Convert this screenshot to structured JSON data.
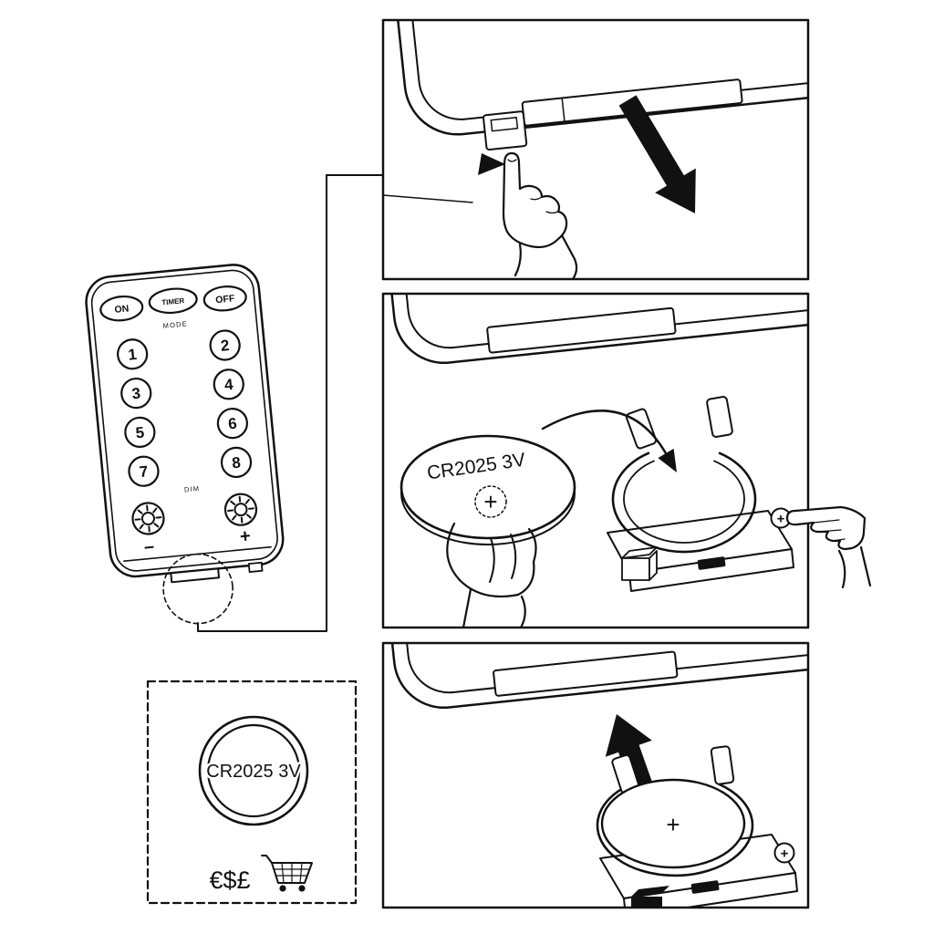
{
  "remote": {
    "power_buttons": [
      "ON",
      "TIMER",
      "OFF"
    ],
    "mode_label": "MODE",
    "number_buttons": [
      "1",
      "2",
      "3",
      "4",
      "5",
      "6",
      "7",
      "8"
    ],
    "dim_label": "DIM",
    "brightness_minus_label": "–",
    "brightness_plus_label": "+"
  },
  "battery_info": {
    "battery_model": "CR2025 3V",
    "purchase_label": "€$£"
  },
  "step_insert": {
    "battery_model": "CR2025 3V",
    "battery_polarity": "+",
    "tray_polarity": "+"
  },
  "step_close": {
    "battery_polarity": "+",
    "tray_polarity": "+"
  }
}
